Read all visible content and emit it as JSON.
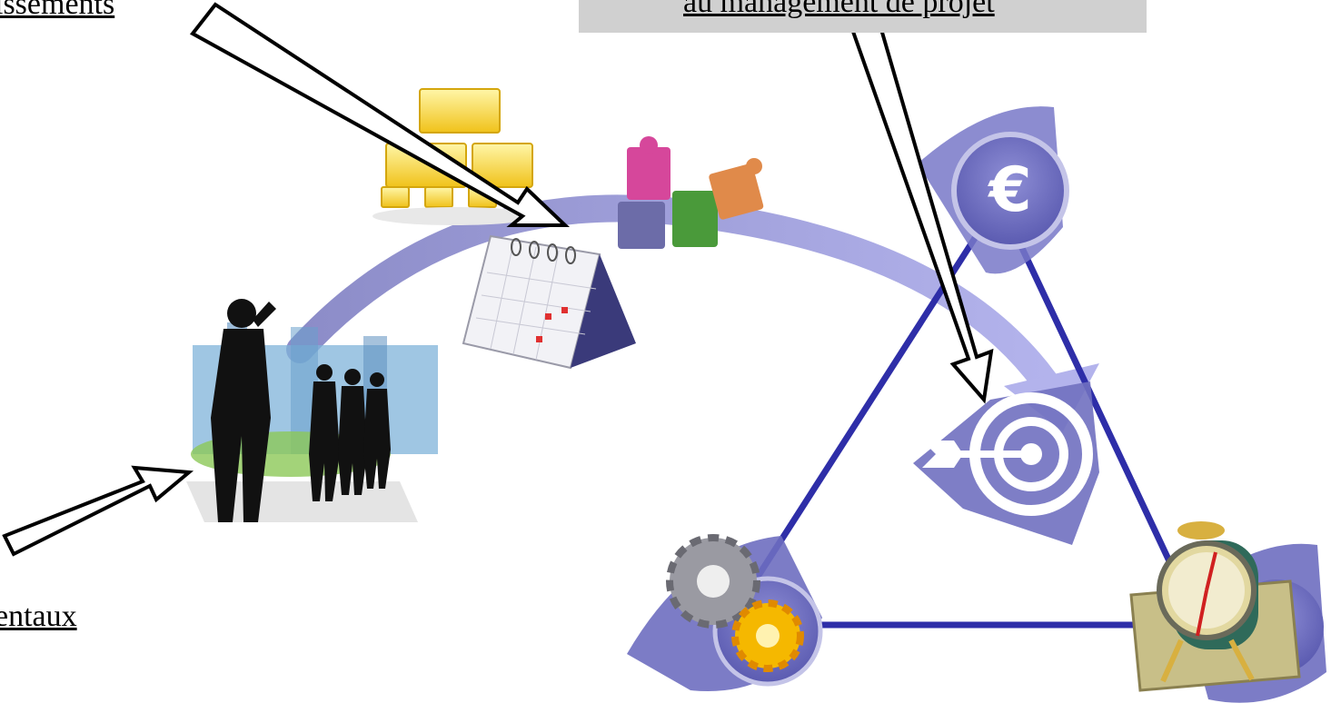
{
  "labels": {
    "top_left": "issements",
    "top_right": "au management de projet",
    "bottom_left": "entaux"
  },
  "icons": [
    "org-chart-icon",
    "puzzle-icon",
    "calendar-icon",
    "businesspeople-silhouette-icon",
    "euro-icon",
    "target-icon",
    "gears-icon",
    "alarm-clock-icon"
  ],
  "colors": {
    "triangle": "#2e2ea8",
    "arc": "#9b9bd8",
    "icon_disc": "#6b6bc0",
    "label_box": "#d0d0d0",
    "folder_yellow": "#f5d32a"
  }
}
